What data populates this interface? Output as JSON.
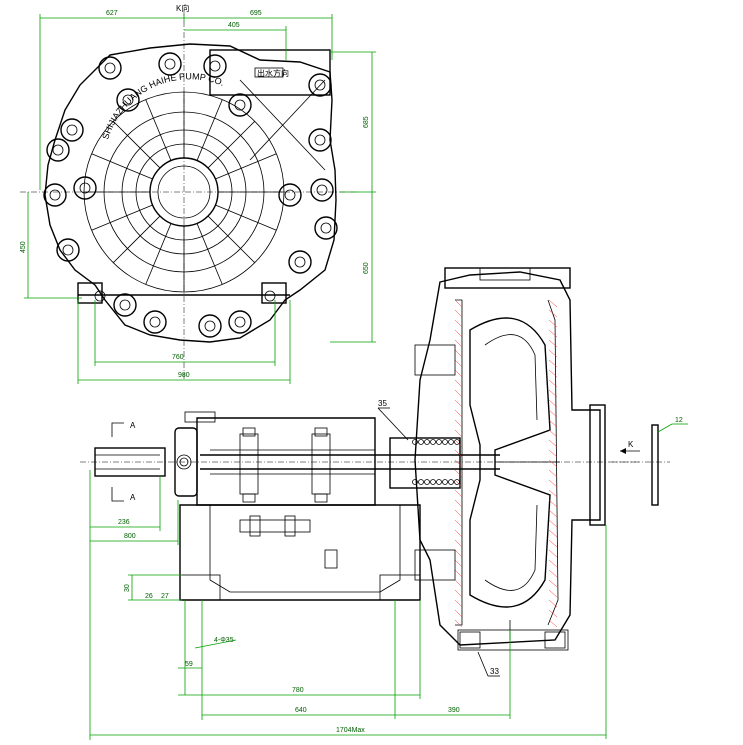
{
  "view_label": "K向",
  "casting_text": "SHIJIAZHUANG HAIHE PUMP CO.",
  "plate_text": "出水方向",
  "top_view_dims": {
    "d_left_width": "627",
    "d_right_width": "695",
    "d_offset": "405",
    "d_upper_height": "685",
    "d_lower_height": "650",
    "d_left_height": "450",
    "d_foot_inner": "760",
    "d_foot_outer": "980"
  },
  "side_view_dims": {
    "d_shaft_ext": "236",
    "d_shaft_total": "800",
    "d_base_height": "30",
    "d_26": "26",
    "d_27": "27",
    "d_bolt": "4-Φ35",
    "d_59": "59",
    "d_780": "780",
    "d_base_640": "640",
    "d_390": "390",
    "d_overall": "1704Max"
  },
  "callouts": {
    "c35": "35",
    "c12": "12",
    "c33": "33"
  },
  "section_marks": {
    "a_top": "A",
    "a_bottom": "A",
    "k_arrow": "K"
  }
}
